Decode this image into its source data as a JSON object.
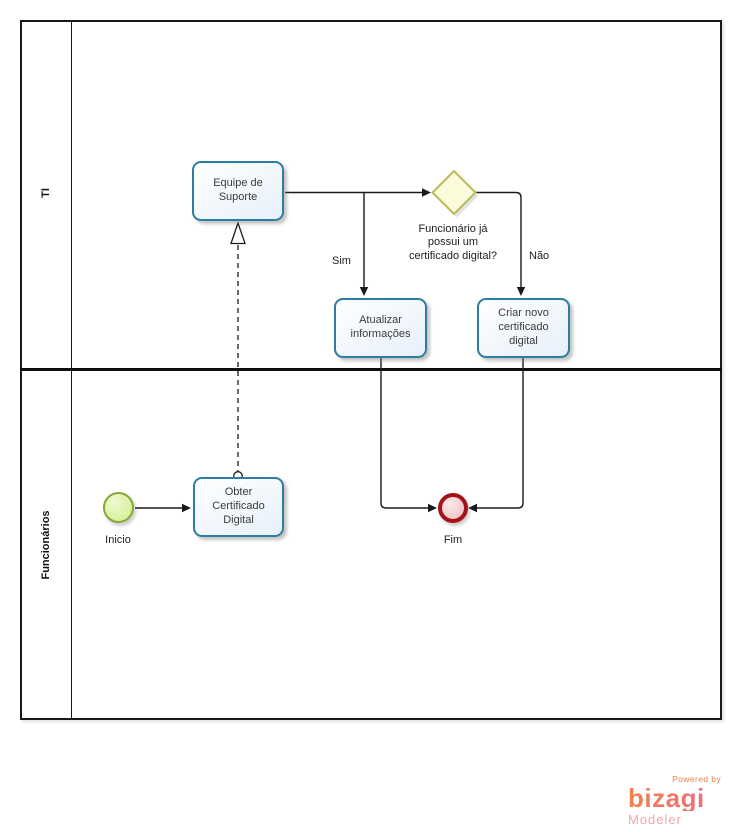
{
  "diagram": {
    "lanes": [
      {
        "label": "TI"
      },
      {
        "label": "Funcionários"
      }
    ],
    "nodes": {
      "start_event": {
        "label": "Inicio"
      },
      "task_obter": {
        "lines": [
          "Obter",
          "Certificado",
          "Digital"
        ]
      },
      "task_equipe": {
        "lines": [
          "Equipe de",
          "Suporte"
        ]
      },
      "gateway": {
        "lines": [
          "Funcionário já",
          "possui um",
          "certificado digital?"
        ]
      },
      "task_atualizar": {
        "lines": [
          "Atualizar",
          "informações"
        ]
      },
      "task_criar": {
        "lines": [
          "Criar novo",
          "certificado",
          "digital"
        ]
      },
      "end_event": {
        "label": "Fim"
      }
    },
    "flow_labels": {
      "sim": "Sim",
      "nao": "Não"
    },
    "colors": {
      "line": "#1a1a1a",
      "task_border": "#2b7da2",
      "task_fill": "#e7f0fa",
      "gateway_border": "#b9bc59",
      "gateway_fill": "#fcfbdb",
      "gateway_shadow": "#b5b5b5",
      "start_border": "#85a738",
      "start_fill": "#d7f19c",
      "end_border": "#a31218",
      "end_fill": "#f2c4c4",
      "flow_marker_fill": "#ffffff"
    }
  },
  "branding": {
    "powered_by": "Powered by",
    "logo": "bizagi",
    "product": "Modeler",
    "powered_color": "#ee8342",
    "logo_color_left": "#f0824a",
    "logo_color_right": "#eb6d8a",
    "product_color": "#f4a6b0"
  }
}
